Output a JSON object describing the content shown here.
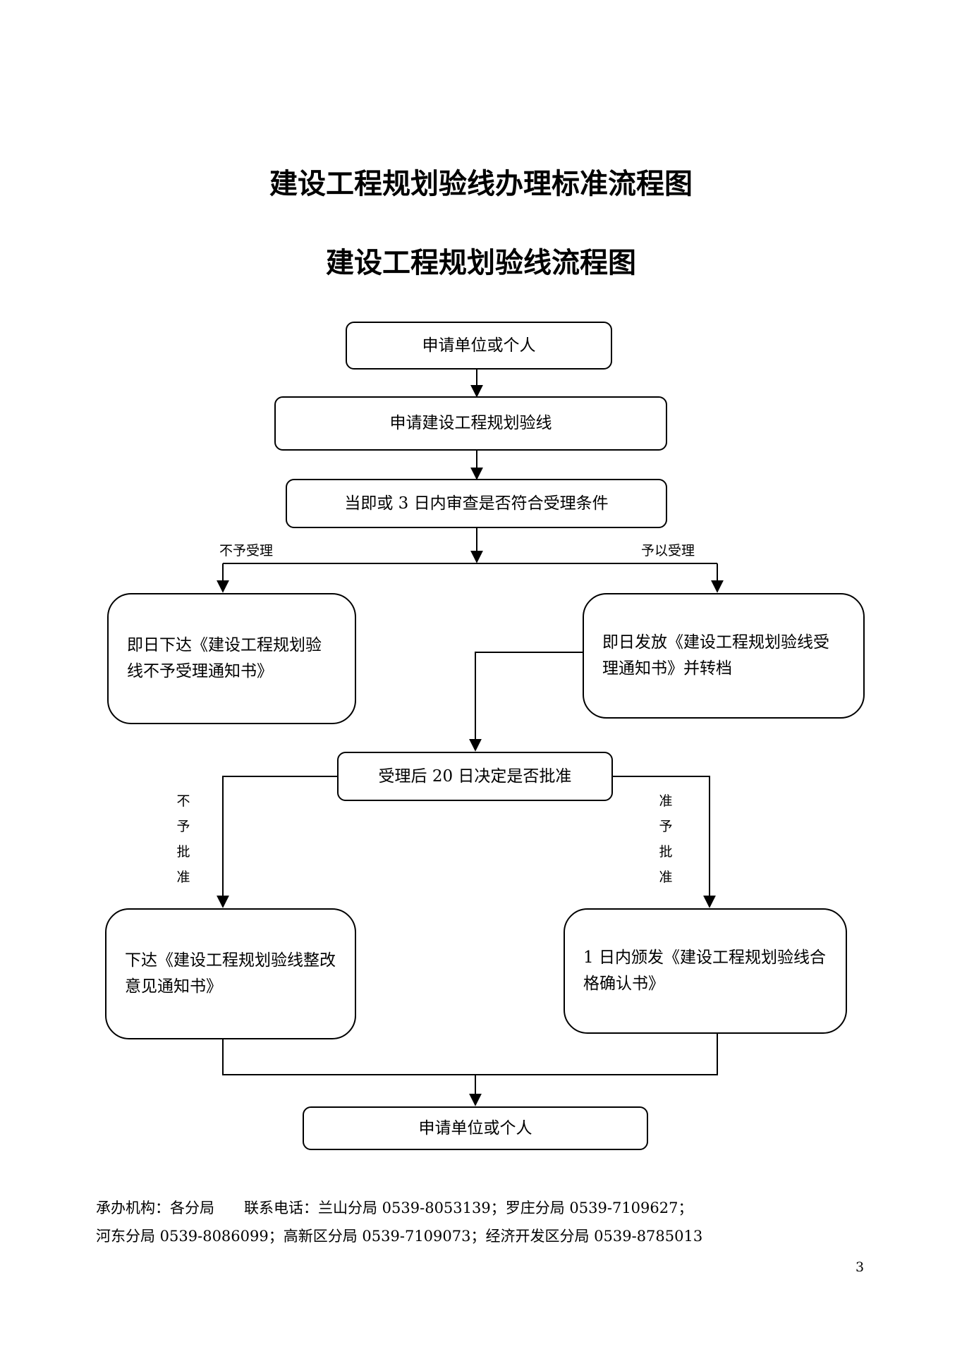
{
  "titles": {
    "main": "建设工程规划验线办理标准流程图",
    "sub": "建设工程规划验线流程图"
  },
  "nodes": {
    "start": "申请单位或个人",
    "apply": "申请建设工程规划验线",
    "review": "当即或 3 日内审查是否符合受理条件",
    "reject_notice": "即日下达《建设工程规划验线不予受理通知书》",
    "accept_notice": "即日发放《建设工程规划验线受理通知书》并转档",
    "decide": "受理后 20 日决定是否批准",
    "rectify_notice": "下达《建设工程规划验线整改意见通知书》",
    "qualified_cert": "1 日内颁发《建设工程规划验线合格确认书》",
    "end": "申请单位或个人"
  },
  "branch_labels": {
    "not_accepted": "不予受理",
    "accepted": "予以受理",
    "not_approved": [
      "不",
      "予",
      "批",
      "准"
    ],
    "approved": [
      "准",
      "予",
      "批",
      "准"
    ]
  },
  "footer": {
    "line1": "承办机构：各分局　　联系电话：兰山分局  0539-8053139；罗庄分局  0539-7109627；",
    "line2": "河东分局  0539-8086099；高新区分局  0539-7109073；经济开发区分局 0539-8785013"
  },
  "page_number": "3"
}
